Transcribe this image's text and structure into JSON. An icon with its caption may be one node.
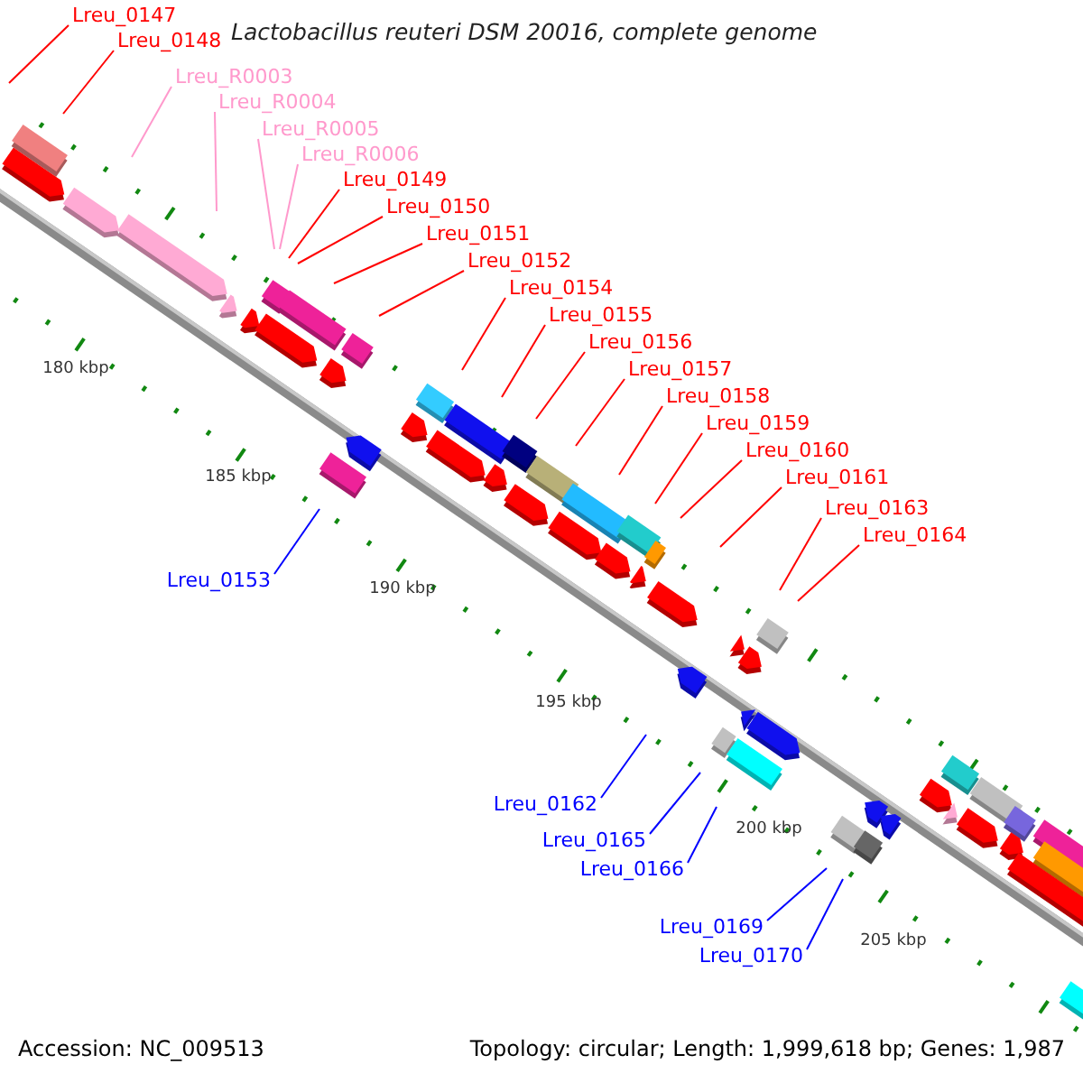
{
  "diagram": {
    "title": "Lactobacillus reuteri DSM 20016, complete genome",
    "nodes": [
      {
        "text": [
          "Lreu_0147"
        ]
      },
      {
        "text": [
          "Lreu_0148"
        ]
      },
      {
        "text": [
          "Lreu_R0003"
        ]
      },
      {
        "text": [
          "Lreu_R0004"
        ]
      },
      {
        "text": [
          "Lreu_R0005"
        ]
      },
      {
        "text": [
          "Lreu_R0006"
        ]
      },
      {
        "text": [
          "Lreu_0149"
        ]
      },
      {
        "text": [
          "Lreu_0150"
        ]
      },
      {
        "text": [
          "Lreu_0151"
        ]
      },
      {
        "text": [
          "Lreu_0152"
        ]
      },
      {
        "text": [
          "Lreu_0154"
        ]
      },
      {
        "text": [
          "Lreu_0155"
        ]
      },
      {
        "text": [
          "Lreu_0156"
        ]
      },
      {
        "text": [
          "Lreu_0157"
        ]
      },
      {
        "text": [
          "Lreu_0158"
        ]
      },
      {
        "text": [
          "Lreu_0159"
        ]
      },
      {
        "text": [
          "Lreu_0160"
        ]
      },
      {
        "text": [
          "Lreu_0161"
        ]
      },
      {
        "text": [
          "Lreu_0163"
        ]
      },
      {
        "text": [
          "Lreu_0164"
        ]
      },
      {
        "text": [
          "Lreu_0153"
        ]
      },
      {
        "text": [
          "Lreu_0162"
        ]
      },
      {
        "text": [
          "Lreu_0165"
        ]
      },
      {
        "text": [
          "Lreu_0166"
        ]
      },
      {
        "text": [
          "Lreu_0169"
        ]
      },
      {
        "text": [
          "Lreu_0170"
        ]
      }
    ],
    "edges": [
      {
        "from": 0,
        "to": null,
        "arrow": "none"
      },
      {
        "from": 1,
        "to": null,
        "arrow": "none"
      },
      {
        "from": 2,
        "to": null,
        "arrow": "none",
        "color": "#ff99cc"
      },
      {
        "from": 3,
        "to": null,
        "arrow": "none",
        "color": "#ff99cc"
      },
      {
        "from": 4,
        "to": null,
        "arrow": "none",
        "color": "#ff99cc"
      },
      {
        "from": 5,
        "to": null,
        "arrow": "none",
        "color": "#ff99cc"
      },
      {
        "from": 6,
        "to": null,
        "arrow": "none"
      },
      {
        "from": 7,
        "to": null,
        "arrow": "none"
      },
      {
        "from": 8,
        "to": null,
        "arrow": "none"
      },
      {
        "from": 9,
        "to": null,
        "arrow": "none"
      },
      {
        "from": 10,
        "to": null,
        "arrow": "none"
      },
      {
        "from": 11,
        "to": null,
        "arrow": "none"
      },
      {
        "from": 12,
        "to": null,
        "arrow": "none"
      },
      {
        "from": 13,
        "to": null,
        "arrow": "none"
      },
      {
        "from": 14,
        "to": null,
        "arrow": "none"
      },
      {
        "from": 15,
        "to": null,
        "arrow": "none"
      },
      {
        "from": 16,
        "to": null,
        "arrow": "none"
      },
      {
        "from": 17,
        "to": null,
        "arrow": "none"
      },
      {
        "from": 18,
        "to": null,
        "arrow": "none"
      },
      {
        "from": 19,
        "to": null,
        "arrow": "none"
      },
      {
        "from": 20,
        "to": null,
        "arrow": "none",
        "color": "#0000ff"
      },
      {
        "from": 21,
        "to": null,
        "arrow": "none",
        "color": "#0000ff"
      },
      {
        "from": 22,
        "to": null,
        "arrow": "none",
        "color": "#0000ff"
      },
      {
        "from": 23,
        "to": null,
        "arrow": "none",
        "color": "#0000ff"
      },
      {
        "from": 24,
        "to": null,
        "arrow": "none",
        "color": "#0000ff"
      },
      {
        "from": 25,
        "to": null,
        "arrow": "none",
        "color": "#0000ff"
      }
    ],
    "labels": [
      "180 kbp",
      "185 kbp",
      "190 kbp",
      "195 kbp",
      "200 kbp",
      "205 kbp",
      "Accession: NC_009513",
      "Topology: circular; Length: 1,999,618 bp; Genes: 1,987"
    ]
  }
}
